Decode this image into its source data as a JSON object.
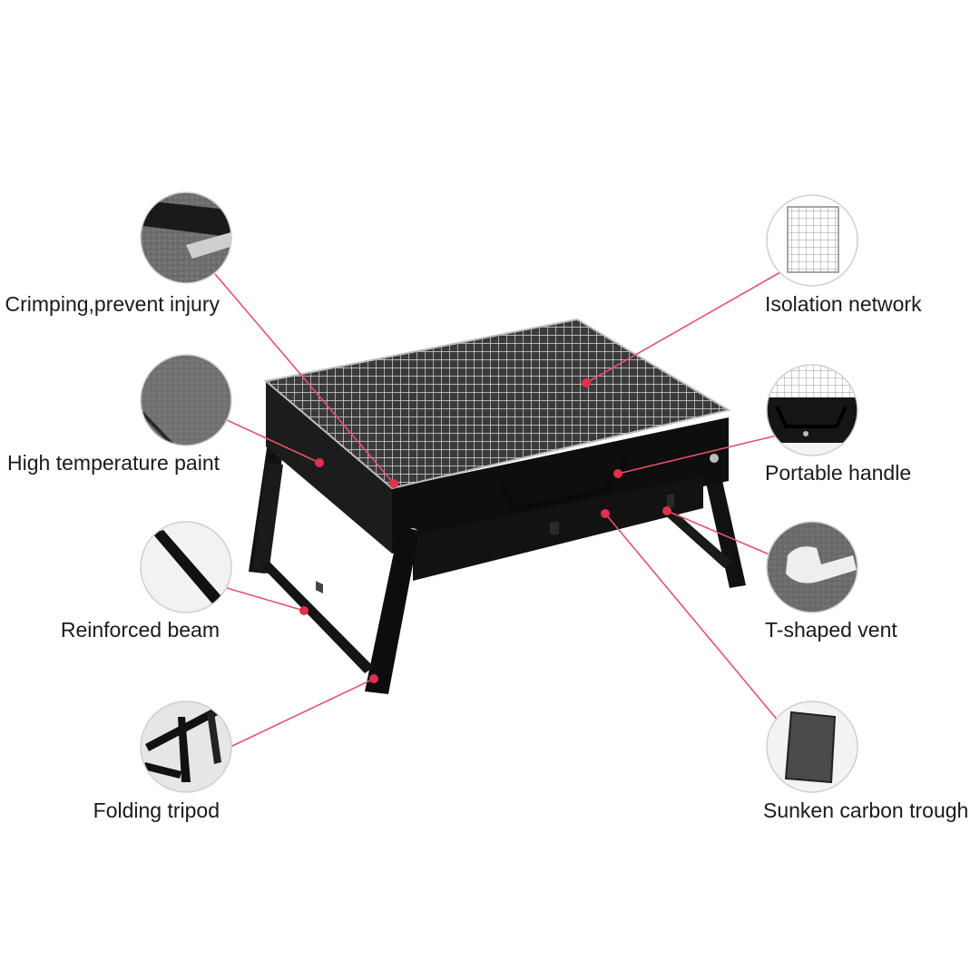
{
  "colors": {
    "callout_line": "#e8506e",
    "callout_dot": "#e0304e",
    "grill_body": "#151515",
    "grill_mesh": "#c8c8c8",
    "background": "#ffffff"
  },
  "callouts": {
    "crimping": {
      "label": "Crimping,prevent injury",
      "icon": "crimped-edge-closeup"
    },
    "paint": {
      "label": "High temperature paint",
      "icon": "painted-metal-closeup"
    },
    "beam": {
      "label": "Reinforced beam",
      "icon": "beam-closeup"
    },
    "tripod": {
      "label": "Folding tripod",
      "icon": "folding-leg-closeup"
    },
    "network": {
      "label": "Isolation network",
      "icon": "grill-mesh-closeup"
    },
    "handle": {
      "label": "Portable handle",
      "icon": "handle-closeup"
    },
    "vent": {
      "label": "T-shaped vent",
      "icon": "t-vent-closeup"
    },
    "trough": {
      "label": "Sunken carbon trough",
      "icon": "charcoal-tray-closeup"
    }
  }
}
